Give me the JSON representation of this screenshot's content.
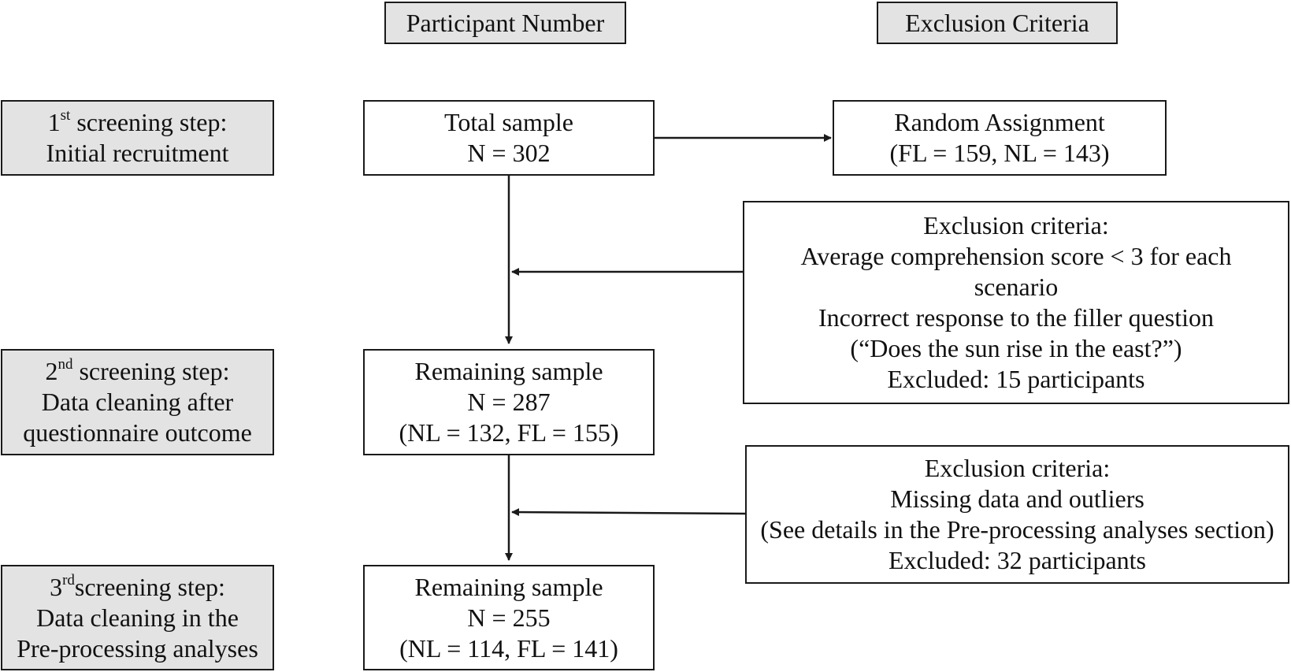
{
  "headers": {
    "participant_number": "Participant Number",
    "exclusion_criteria": "Exclusion Criteria"
  },
  "steps": [
    {
      "ordinal": "1",
      "ordinal_suffix": "st",
      "title_rest": " screening step:",
      "lines": [
        "Initial recruitment"
      ]
    },
    {
      "ordinal": "2",
      "ordinal_suffix": "nd",
      "title_rest": " screening step:",
      "lines": [
        "Data cleaning after",
        "questionnaire outcome"
      ]
    },
    {
      "ordinal": "3",
      "ordinal_suffix": "rd",
      "title_rest": "screening step:",
      "lines": [
        "Data cleaning in the",
        "Pre-processing analyses"
      ]
    }
  ],
  "samples": [
    {
      "lines": [
        "Total sample",
        "N = 302"
      ]
    },
    {
      "lines": [
        "Remaining sample",
        "N = 287",
        "(NL = 132, FL = 155)"
      ]
    },
    {
      "lines": [
        "Remaining sample",
        "N = 255",
        "(NL = 114, FL = 141)"
      ]
    }
  ],
  "random_assignment": {
    "lines": [
      "Random Assignment",
      "(FL = 159, NL = 143)"
    ]
  },
  "exclusions": [
    {
      "lines": [
        "Exclusion criteria:",
        "Average comprehension score < 3 for each",
        "scenario",
        "Incorrect response to the filler question",
        "(“Does the sun rise in the east?”)",
        "Excluded: 15 participants"
      ]
    },
    {
      "lines": [
        "Exclusion criteria:",
        "Missing data and outliers",
        "(See details in the Pre-processing analyses section)",
        "Excluded: 32 participants"
      ]
    }
  ]
}
